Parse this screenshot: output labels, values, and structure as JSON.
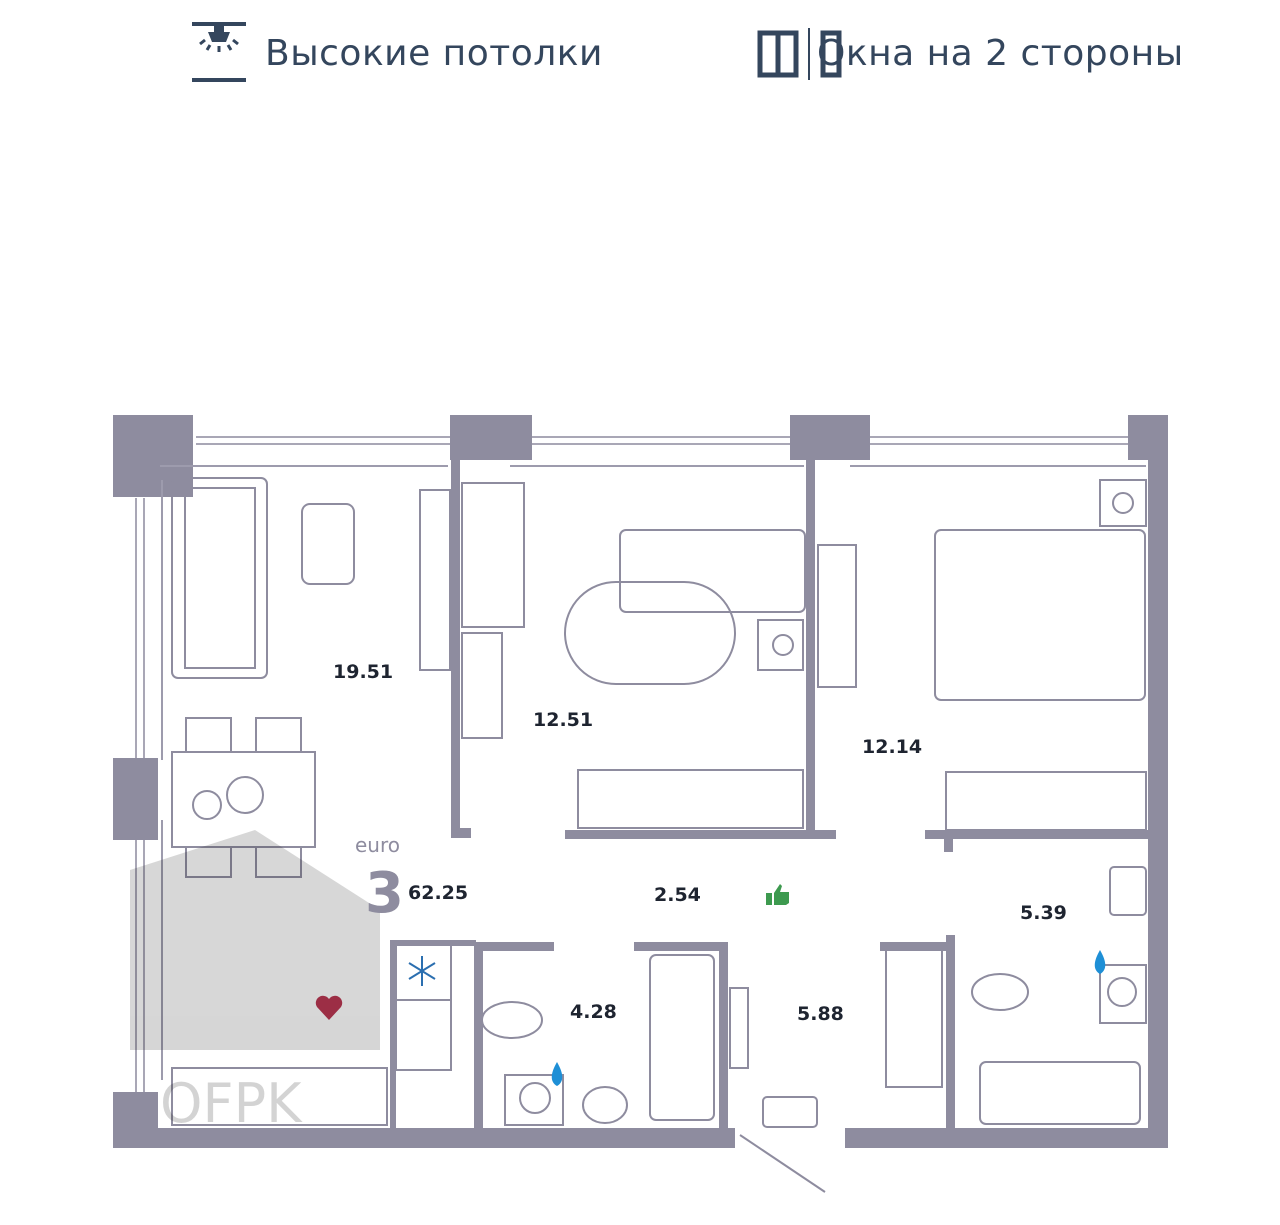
{
  "features": [
    {
      "icon": "ceiling-light-icon",
      "label": "Высокие потолки"
    },
    {
      "icon": "two-side-windows-icon",
      "label": "Окна на 2 стороны"
    }
  ],
  "plan": {
    "type_label": "euro",
    "rooms_count": "3",
    "total_area": "62.25",
    "rooms": [
      {
        "id": "living-kitchen",
        "area": "19.51"
      },
      {
        "id": "bedroom-1",
        "area": "12.51"
      },
      {
        "id": "bedroom-2",
        "area": "12.14"
      },
      {
        "id": "corridor",
        "area": "2.54"
      },
      {
        "id": "bathroom-1",
        "area": "4.28"
      },
      {
        "id": "hall",
        "area": "5.88"
      },
      {
        "id": "bathroom-2",
        "area": "5.39"
      }
    ]
  },
  "watermark": {
    "text": "OFPK"
  },
  "colors": {
    "wall": "#8e8c9f",
    "text": "#34465d",
    "thumb": "#3d9a4f",
    "water": "#1e8fd6",
    "heart": "#9c2e45",
    "frost": "#2b6fb0"
  }
}
